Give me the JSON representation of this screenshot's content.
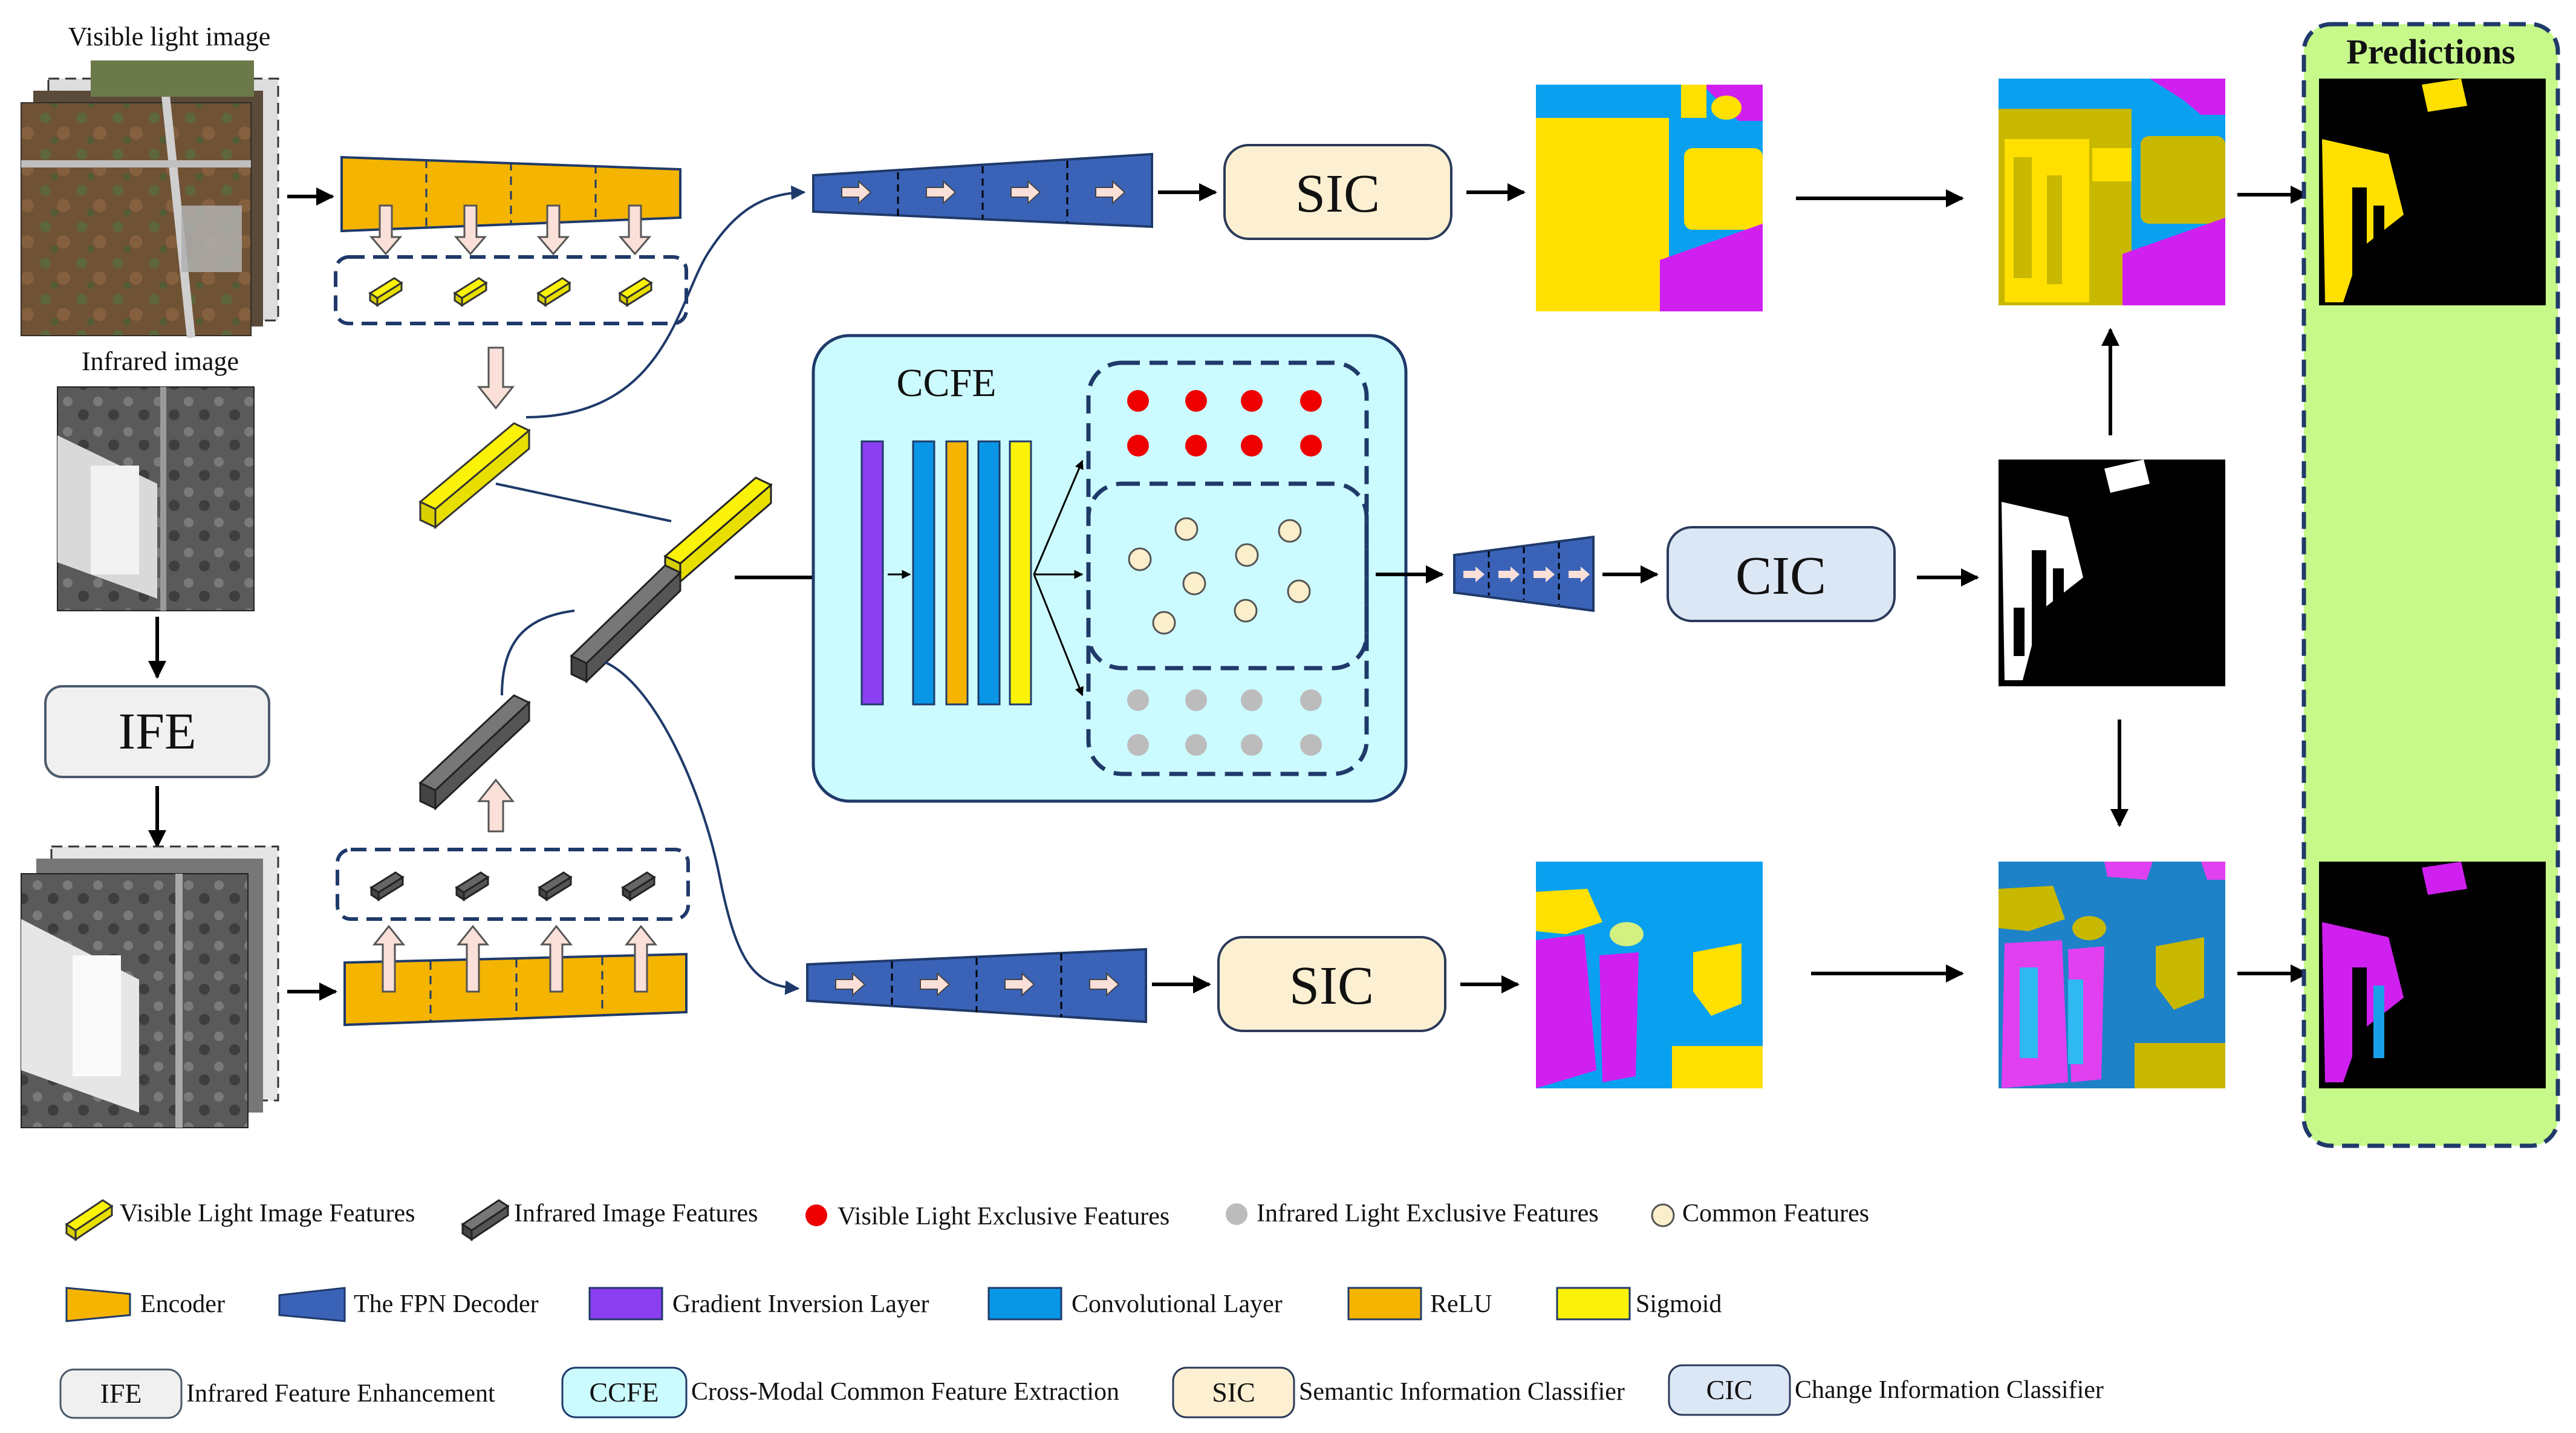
{
  "inputs": {
    "visible_label": "Visible light image",
    "infrared_label": "Infrared image"
  },
  "modules": {
    "ife": "IFE",
    "ccfe": "CCFE",
    "sic_top": "SIC",
    "sic_bottom": "SIC",
    "cic": "CIC"
  },
  "predictions_title": "Predictions",
  "legend": {
    "row1": [
      {
        "icon": "visible-feature-icon",
        "label": "Visible Light Image Features"
      },
      {
        "icon": "infrared-feature-icon",
        "label": "Infrared Image Features"
      },
      {
        "icon": "red-dot-icon",
        "label": "Visible Light Exclusive Features"
      },
      {
        "icon": "gray-dot-icon",
        "label": "Infrared Light Exclusive Features"
      },
      {
        "icon": "cream-dot-icon",
        "label": "Common Features"
      }
    ],
    "row2": [
      {
        "icon": "encoder-icon",
        "label": "Encoder"
      },
      {
        "icon": "fpn-decoder-icon",
        "label": "The FPN Decoder"
      },
      {
        "icon": "gradient-inversion-icon",
        "label": "Gradient Inversion Layer"
      },
      {
        "icon": "conv-layer-icon",
        "label": "Convolutional Layer"
      },
      {
        "icon": "relu-icon",
        "label": "ReLU"
      },
      {
        "icon": "sigmoid-icon",
        "label": "Sigmoid"
      }
    ],
    "row3": [
      {
        "abbr": "IFE",
        "label": "Infrared Feature Enhancement"
      },
      {
        "abbr": "CCFE",
        "label": "Cross-Modal Common Feature Extraction"
      },
      {
        "abbr": "SIC",
        "label": "Semantic Information Classifier"
      },
      {
        "abbr": "CIC",
        "label": "Change Information Classifier"
      }
    ]
  },
  "colors": {
    "encoder": "#f5b400",
    "decoder": "#3a63b8",
    "gradient_inversion": "#8a3ff0",
    "conv": "#0a96e6",
    "relu": "#f5b400",
    "sigmoid": "#fbf20a",
    "ccfe_bg": "#ccfbff",
    "sic_bg": "#fdf0d2",
    "cic_bg": "#dce7f5",
    "ife_bg": "#f0f0f0",
    "predictions_bg": "#c6f88a",
    "seg_yellow": "#ffe000",
    "seg_blue": "#0aa0f0",
    "seg_magenta": "#d020f0",
    "seg_olive": "#c8b800"
  }
}
